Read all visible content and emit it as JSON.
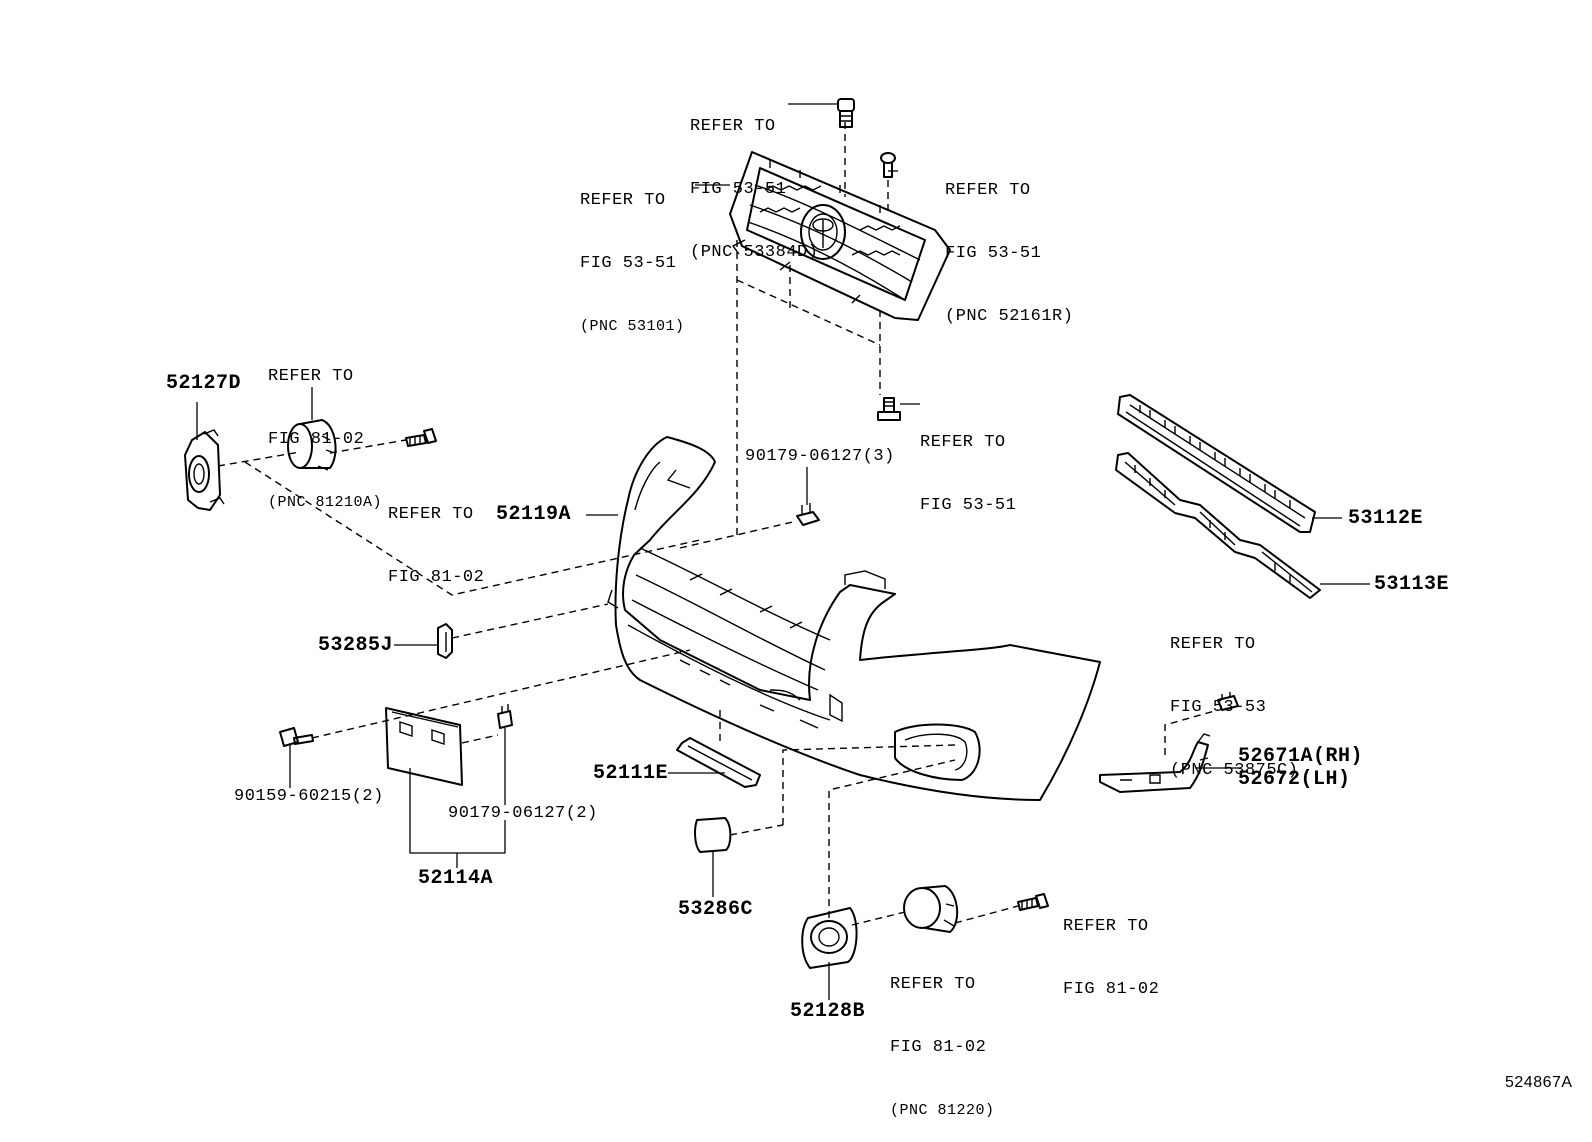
{
  "figure_id": "524867A",
  "part_labels": {
    "p52127D": "52127D",
    "p52119A": "52119A",
    "p90179_3": "90179-06127(3)",
    "p53112E": "53112E",
    "p53113E": "53113E",
    "p53285J": "53285J",
    "p90159": "90159-60215(2)",
    "p90179_2": "90179-06127(2)",
    "p52114A": "52114A",
    "p52111E": "52111E",
    "p53286C": "53286C",
    "p52128B": "52128B",
    "p52671A": "52671A(RH)",
    "p52672": "52672(LH)"
  },
  "refs": {
    "grille_clip_top": {
      "l1": "REFER TO",
      "l2": "FIG 53-51",
      "l3": "(PNC 53384D)"
    },
    "grille": {
      "l1": "REFER TO",
      "l2": "FIG 53-51",
      "l3": "(PNC 53101)"
    },
    "grille_clip_right": {
      "l1": "REFER TO",
      "l2": "FIG 53-51",
      "l3": "(PNC 52161R)"
    },
    "grille_bottom_screw": {
      "l1": "REFER TO",
      "l2": "FIG 53-51"
    },
    "fog_lamp_left": {
      "l1": "REFER TO",
      "l2": "FIG 81-02",
      "l3": "(PNC 81210A)"
    },
    "fog_screw_left": {
      "l1": "REFER TO",
      "l2": "FIG 81-02"
    },
    "retainer_right": {
      "l1": "REFER TO",
      "l2": "FIG 53-53",
      "l3": "(PNC 53875C)"
    },
    "fog_screw_right": {
      "l1": "REFER TO",
      "l2": "FIG 81-02"
    },
    "fog_lamp_right": {
      "l1": "REFER TO",
      "l2": "FIG 81-02",
      "l3": "(PNC 81220)"
    }
  }
}
